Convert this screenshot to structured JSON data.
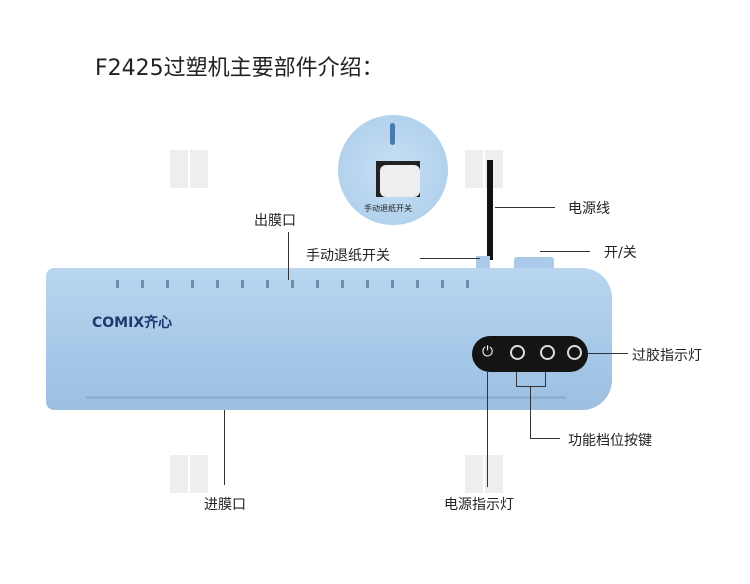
{
  "title": "F2425过塑机主要部件介绍：",
  "brand": "COMIX齐心",
  "inset_label": "手动退纸开关",
  "labels": {
    "film_outlet": "出膜口",
    "manual_release": "手动退纸开关",
    "power_cord": "电源线",
    "on_off": "开/关",
    "laminate_indicator": "过胶指示灯",
    "function_buttons": "功能档位按键",
    "power_indicator": "电源指示灯",
    "film_inlet": "进膜口"
  }
}
